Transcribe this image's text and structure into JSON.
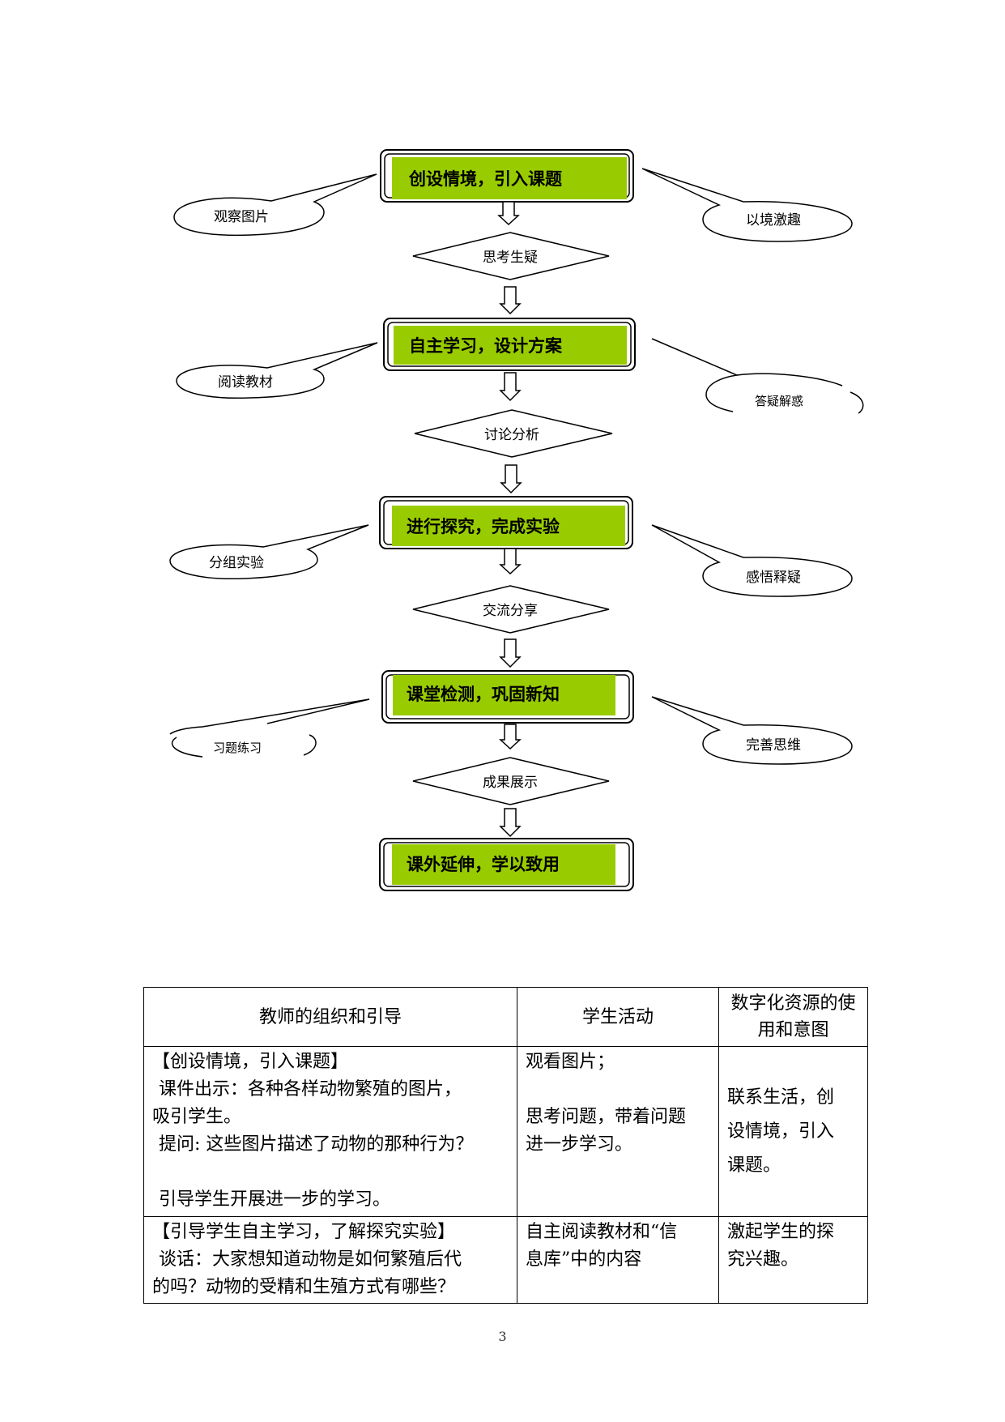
{
  "flowchart": {
    "steps": [
      "创设情境，引入课题",
      "自主学习，设计方案",
      "进行探究，完成实验",
      "课堂检测，巩固新知",
      "课外延伸，学以致用"
    ],
    "decisions": [
      "思考生疑",
      "讨论分析",
      "交流分享",
      "成果展示"
    ],
    "left_bubbles": [
      "观察图片",
      "阅读教材",
      "分组实验",
      "习题练习"
    ],
    "right_bubbles": [
      "以境激趣",
      "答疑解惑",
      "感悟释疑",
      "完善思维"
    ],
    "colors": {
      "step_fill": "#99cc00",
      "outline": "#000000"
    }
  },
  "table": {
    "headers": [
      "教师的组织和引导",
      "学生活动",
      "数字化资源的使用和意图"
    ],
    "rows": [
      {
        "teacher": [
          "【创设情境，引入课题】",
          "课件出示：各种各样动物繁殖的图片，",
          "吸引学生。",
          "提问: 这些图片描述了动物的那种行为？",
          "",
          "引导学生开展进一步的学习。"
        ],
        "student": [
          "观看图片；",
          "",
          "思考问题，带着问题",
          "进一步学习。"
        ],
        "resource": [
          "联系生活，创",
          "设情境，引入",
          "课题。"
        ]
      },
      {
        "teacher": [
          "【引导学生自主学习，了解探究实验】",
          "谈话：大家想知道动物是如何繁殖后代",
          "的吗？动物的受精和生殖方式有哪些？"
        ],
        "student": [
          "自主阅读教材和“信",
          "息库”中的内容"
        ],
        "resource": [
          "激起学生的探",
          "究兴趣。"
        ]
      }
    ]
  },
  "page_number": "3"
}
